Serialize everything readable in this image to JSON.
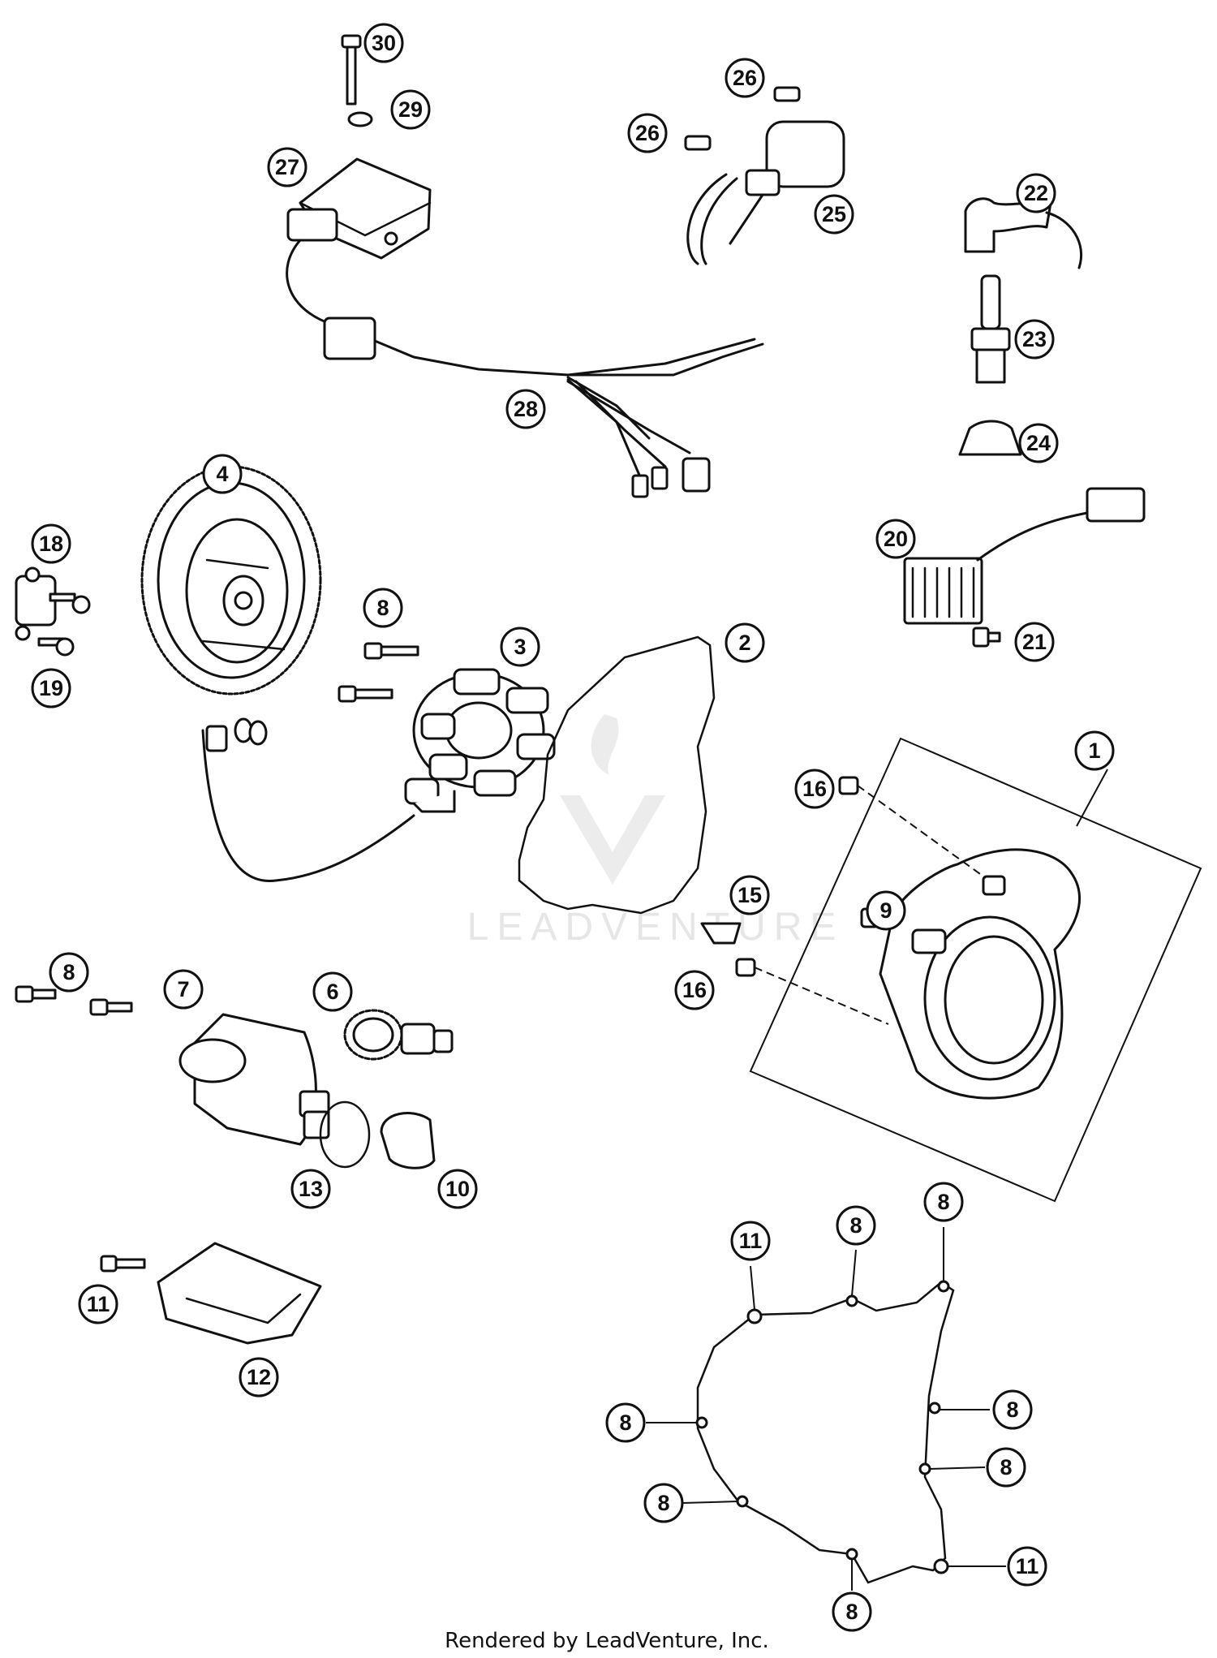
{
  "footer_text": "Rendered by LeadVenture, Inc.",
  "watermark_text": "LEADVENTURE",
  "callouts": [
    {
      "id": "c30",
      "label": "30"
    },
    {
      "id": "c29",
      "label": "29"
    },
    {
      "id": "c27",
      "label": "27"
    },
    {
      "id": "c26a",
      "label": "26"
    },
    {
      "id": "c26b",
      "label": "26"
    },
    {
      "id": "c25",
      "label": "25"
    },
    {
      "id": "c22",
      "label": "22"
    },
    {
      "id": "c23",
      "label": "23"
    },
    {
      "id": "c24",
      "label": "24"
    },
    {
      "id": "c28",
      "label": "28"
    },
    {
      "id": "c4",
      "label": "4"
    },
    {
      "id": "c18",
      "label": "18"
    },
    {
      "id": "c19",
      "label": "19"
    },
    {
      "id": "c20",
      "label": "20"
    },
    {
      "id": "c21",
      "label": "21"
    },
    {
      "id": "c8a",
      "label": "8"
    },
    {
      "id": "c3",
      "label": "3"
    },
    {
      "id": "c2",
      "label": "2"
    },
    {
      "id": "c1",
      "label": "1"
    },
    {
      "id": "c16a",
      "label": "16"
    },
    {
      "id": "c15",
      "label": "15"
    },
    {
      "id": "c9",
      "label": "9"
    },
    {
      "id": "c16b",
      "label": "16"
    },
    {
      "id": "c8b",
      "label": "8"
    },
    {
      "id": "c7",
      "label": "7"
    },
    {
      "id": "c6",
      "label": "6"
    },
    {
      "id": "c13",
      "label": "13"
    },
    {
      "id": "c10",
      "label": "10"
    },
    {
      "id": "c11a",
      "label": "11"
    },
    {
      "id": "c12",
      "label": "12"
    },
    {
      "id": "c11b",
      "label": "11"
    },
    {
      "id": "c8c",
      "label": "8"
    },
    {
      "id": "c8d",
      "label": "8"
    },
    {
      "id": "c8e",
      "label": "8"
    },
    {
      "id": "c8f",
      "label": "8"
    },
    {
      "id": "c8g",
      "label": "8"
    },
    {
      "id": "c8h",
      "label": "8"
    },
    {
      "id": "c8i",
      "label": "8"
    },
    {
      "id": "c11c",
      "label": "11"
    }
  ]
}
